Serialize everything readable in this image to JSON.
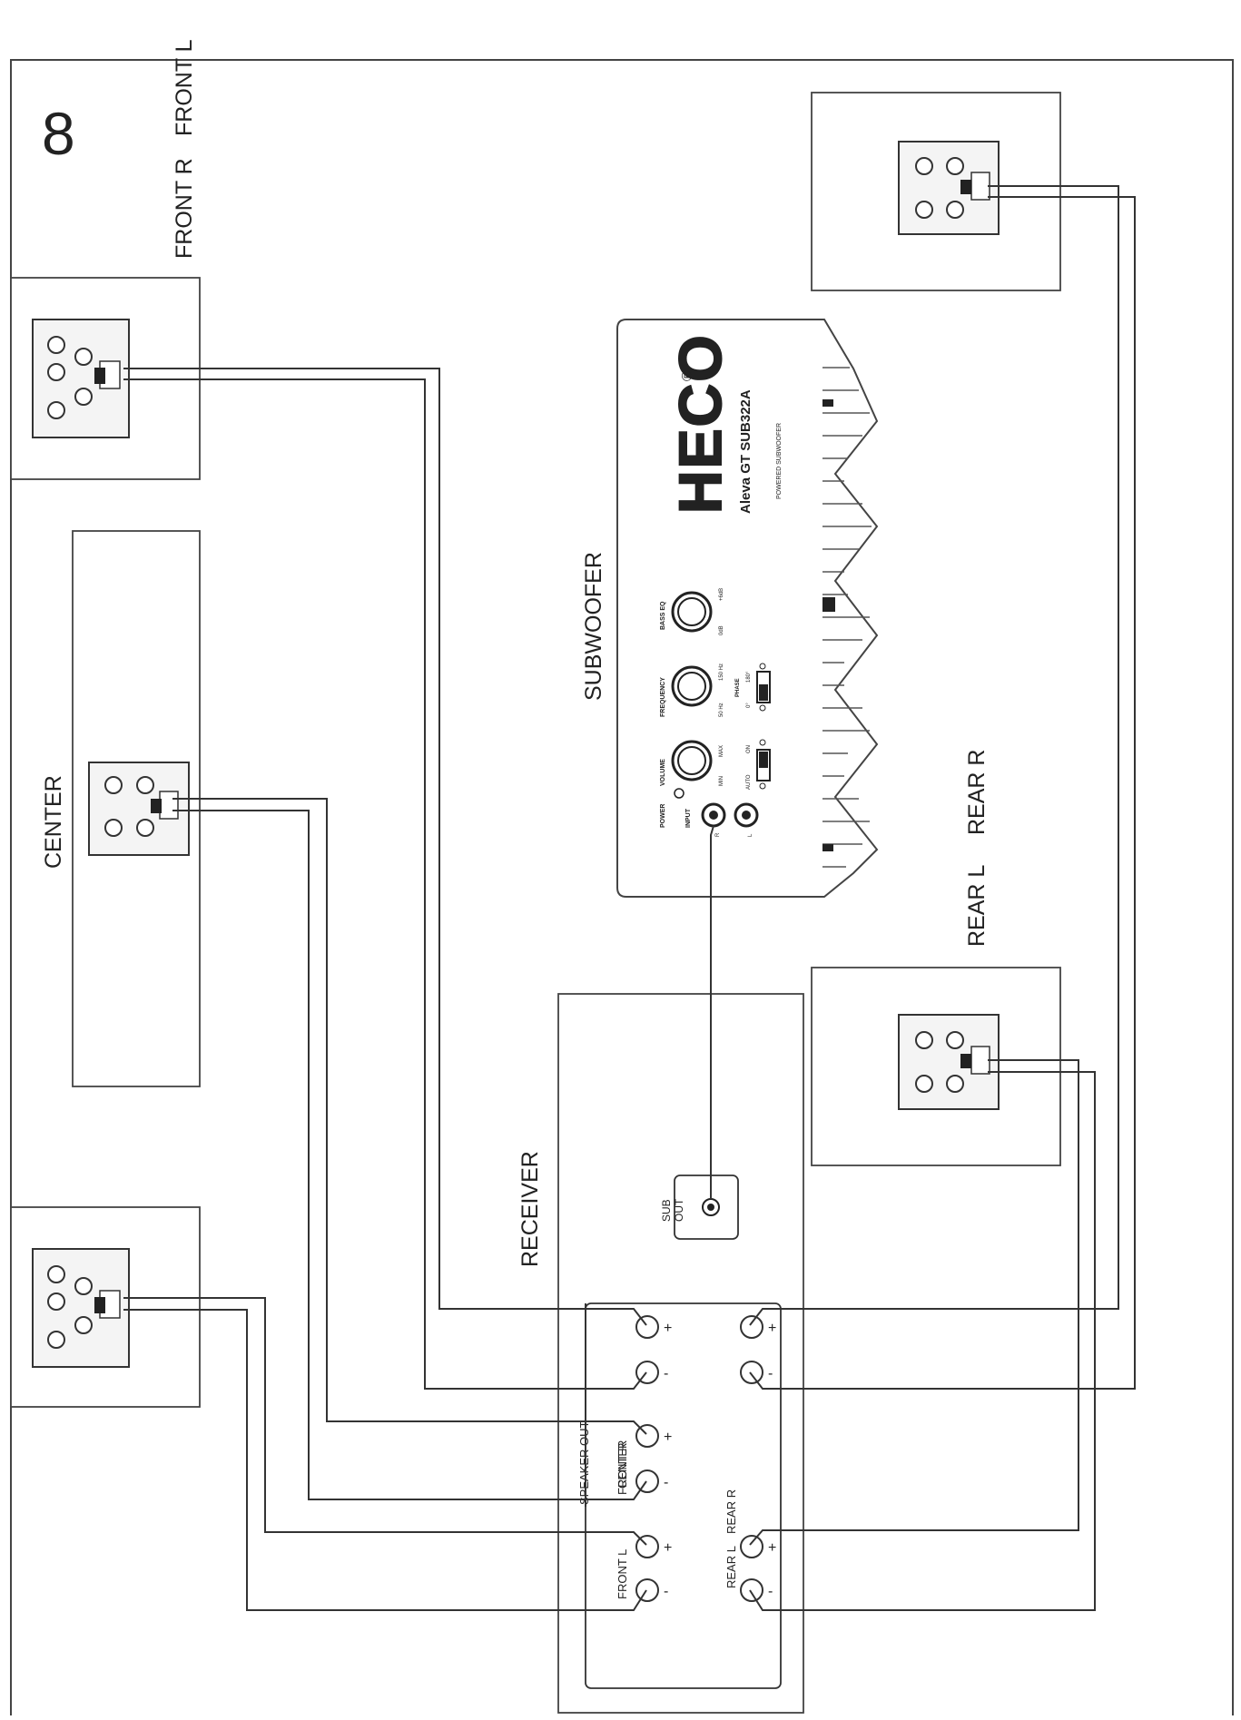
{
  "page_number": "8",
  "labels": {
    "front_r": "FRONT R",
    "front_l": "FRONT L",
    "center": "CENTER",
    "subwoofer": "SUBWOOFER",
    "rear_l": "REAR L",
    "rear_r": "REAR R",
    "receiver": "RECEIVER"
  },
  "subwoofer_panel": {
    "brand": "HECO",
    "registered": "®",
    "model": "Aleva GT SUB322A",
    "subtitle": "POWERED SUBWOOFER",
    "bass_eq": "BASS EQ",
    "frequency": "FREQUENCY",
    "volume": "VOLUME",
    "power": "POWER",
    "input": "INPUT",
    "phase": "PHASE",
    "auto": "AUTO",
    "on": "ON",
    "min": "MIN",
    "max": "MAX",
    "freq_min": "50 Hz",
    "freq_max": "150 Hz",
    "phase_0": "0°",
    "phase_180": "180°",
    "bass_0": "0dB",
    "bass_6": "+6dB",
    "input_r": "R",
    "input_l": "L"
  },
  "receiver_panel": {
    "sub_out_1": "SUB",
    "sub_out_2": "OUT",
    "speaker_out": "SPEAKER OUT",
    "center": "CENTER",
    "front_l": "FRONT L",
    "front_r": "FRONT R",
    "rear_l": "REAR L",
    "rear_r": "REAR R",
    "plus": "+",
    "minus": "-"
  }
}
